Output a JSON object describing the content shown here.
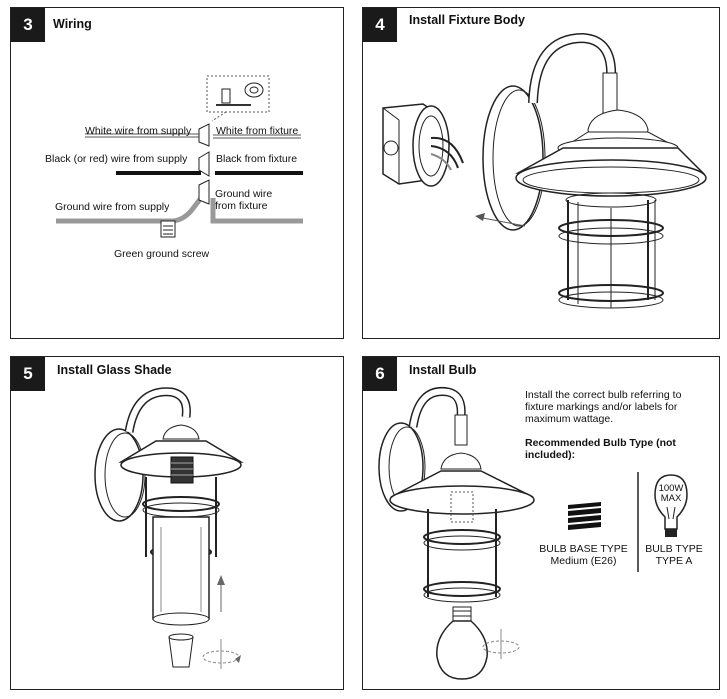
{
  "panels": [
    {
      "number": "3",
      "title": "Wiring"
    },
    {
      "number": "4",
      "title": "Install Fixture Body"
    },
    {
      "number": "5",
      "title": "Install Glass Shade"
    },
    {
      "number": "6",
      "title": "Install Bulb"
    }
  ],
  "wiring": {
    "white_supply": "White wire from supply",
    "white_fixture": "White from fixture",
    "black_supply": "Black (or red) wire from supply",
    "black_fixture": "Black from fixture",
    "ground_supply": "Ground wire from supply",
    "ground_fixture_line1": "Ground wire",
    "ground_fixture_line2": "from fixture",
    "green_screw": "Green ground screw"
  },
  "bulb": {
    "instruction": "Install the correct bulb referring to fixture markings and/or labels for maximum wattage.",
    "recommended": "Recommended Bulb Type (not included):",
    "wattage_line1": "100W",
    "wattage_line2": "MAX",
    "base_type_line1": "BULB BASE TYPE",
    "base_type_line2": "Medium (E26)",
    "bulb_type_line1": "BULB TYPE",
    "bulb_type_line2": "TYPE A"
  }
}
